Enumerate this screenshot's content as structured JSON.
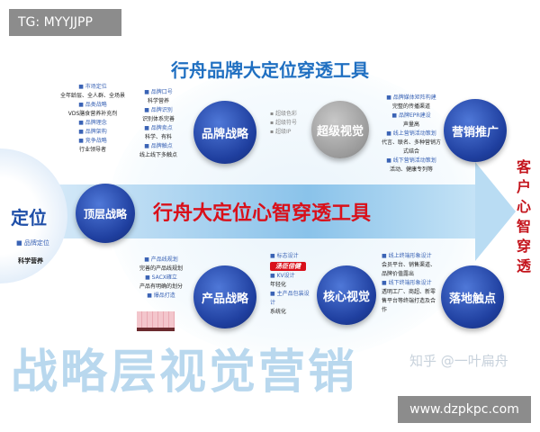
{
  "tag": "TG: MYYJJPP",
  "site": "www.dzpkpc.com",
  "watermark": "知乎 @一叶扁舟",
  "top_title": "行舟品牌大定位穿透工具",
  "center_title": "行舟大定位心智穿透工具",
  "right_title": "客户心智穿透",
  "bg_chars": [
    "战",
    "略",
    "层",
    "视",
    "觉",
    "营",
    "销"
  ],
  "colors": {
    "blue": "#1f6fc1",
    "red": "#d9101a",
    "circle": "#1f3f9f"
  },
  "positioning": {
    "label": "定位",
    "item": "品牌定位",
    "sub": "科学营养"
  },
  "nodes": {
    "top": "顶层战略",
    "brand": "品牌战略",
    "visual": "超级视觉",
    "marketing": "营销推广",
    "product": "产品战略",
    "core": "核心视觉",
    "touch": "落地触点"
  },
  "list_top": [
    {
      "b": "市场定位"
    },
    {
      "t": "全年龄层、全人群、全场景"
    },
    {
      "b": "品类战略"
    },
    {
      "t": "VDS膳食营养补充剂"
    },
    {
      "b": "品牌理念"
    },
    {
      "b": "品牌架构"
    },
    {
      "b": "竞争战略"
    },
    {
      "t": "行业领导者"
    }
  ],
  "list_brand": [
    {
      "b": "品牌口号"
    },
    {
      "t": "科学营养"
    },
    {
      "b": "品牌识别"
    },
    {
      "t": "识别体系完善"
    },
    {
      "b": "品牌卖点"
    },
    {
      "t": "科学、有料"
    },
    {
      "b": "品牌触点"
    },
    {
      "t": "线上线下多触点"
    }
  ],
  "list_visual": [
    "超级色彩",
    "超级符号",
    "超级IP"
  ],
  "list_marketing": [
    {
      "b": "品牌媒体矩阵构建"
    },
    {
      "t": "完整的传播渠道"
    },
    {
      "b": "品牌EPR建设"
    },
    {
      "t": "声量高"
    },
    {
      "b": "线上营销活动策划"
    },
    {
      "t": "代言、联名、多种营销方式结合"
    },
    {
      "b": "线下营销活动策划"
    },
    {
      "t": "活动、健康专列等"
    }
  ],
  "list_product": [
    {
      "b": "产品线规划"
    },
    {
      "t": "完善的产品线规划"
    },
    {
      "b": "SACX確立"
    },
    {
      "t": "产品有明确的划分"
    },
    {
      "b": "爆品打造"
    }
  ],
  "list_core": [
    {
      "b": "标志设计"
    },
    {
      "logo": "汤臣倍健"
    },
    {
      "b": "KV设计"
    },
    {
      "t": "年轻化"
    },
    {
      "b": "主产品包装设计"
    },
    {
      "t": "系统化"
    }
  ],
  "list_touch": [
    {
      "b": "线上终端形象设计"
    },
    {
      "t": "会员平台、销售渠道、品牌价值露出"
    },
    {
      "b": "线下终端形象设计"
    },
    {
      "t": "透明工厂、商超、新零售平台等终端打造及合作"
    }
  ]
}
